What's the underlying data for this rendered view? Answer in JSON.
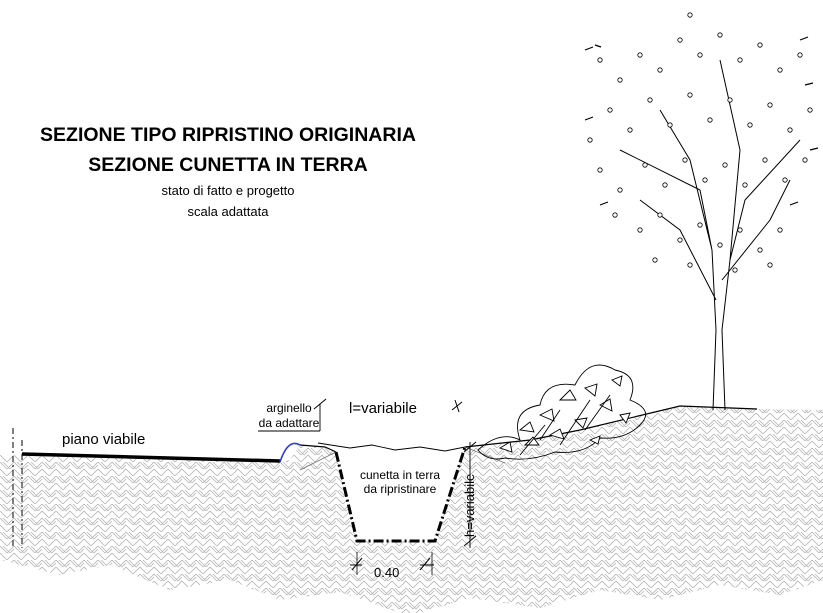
{
  "title": {
    "line1": "SEZIONE TIPO RIPRISTINO ORIGINARIA",
    "line2": "SEZIONE CUNETTA IN TERRA",
    "subtitle": "stato di fatto e progetto",
    "scale": "scala adattata"
  },
  "labels": {
    "road": "piano viabile",
    "embankment_line1": "arginello",
    "embankment_line2": "da adattare",
    "width": "l=variabile",
    "ditch_line1": "cunetta in terra",
    "ditch_line2": "da ripristinare",
    "height": "h=variabile",
    "bottom_width": "0.40"
  },
  "colors": {
    "line": "#000000",
    "hatch": "#b4b4b4",
    "embankment_arc": "#2b3ed6"
  },
  "icons": [
    "tree-icon",
    "shrub-icon"
  ]
}
